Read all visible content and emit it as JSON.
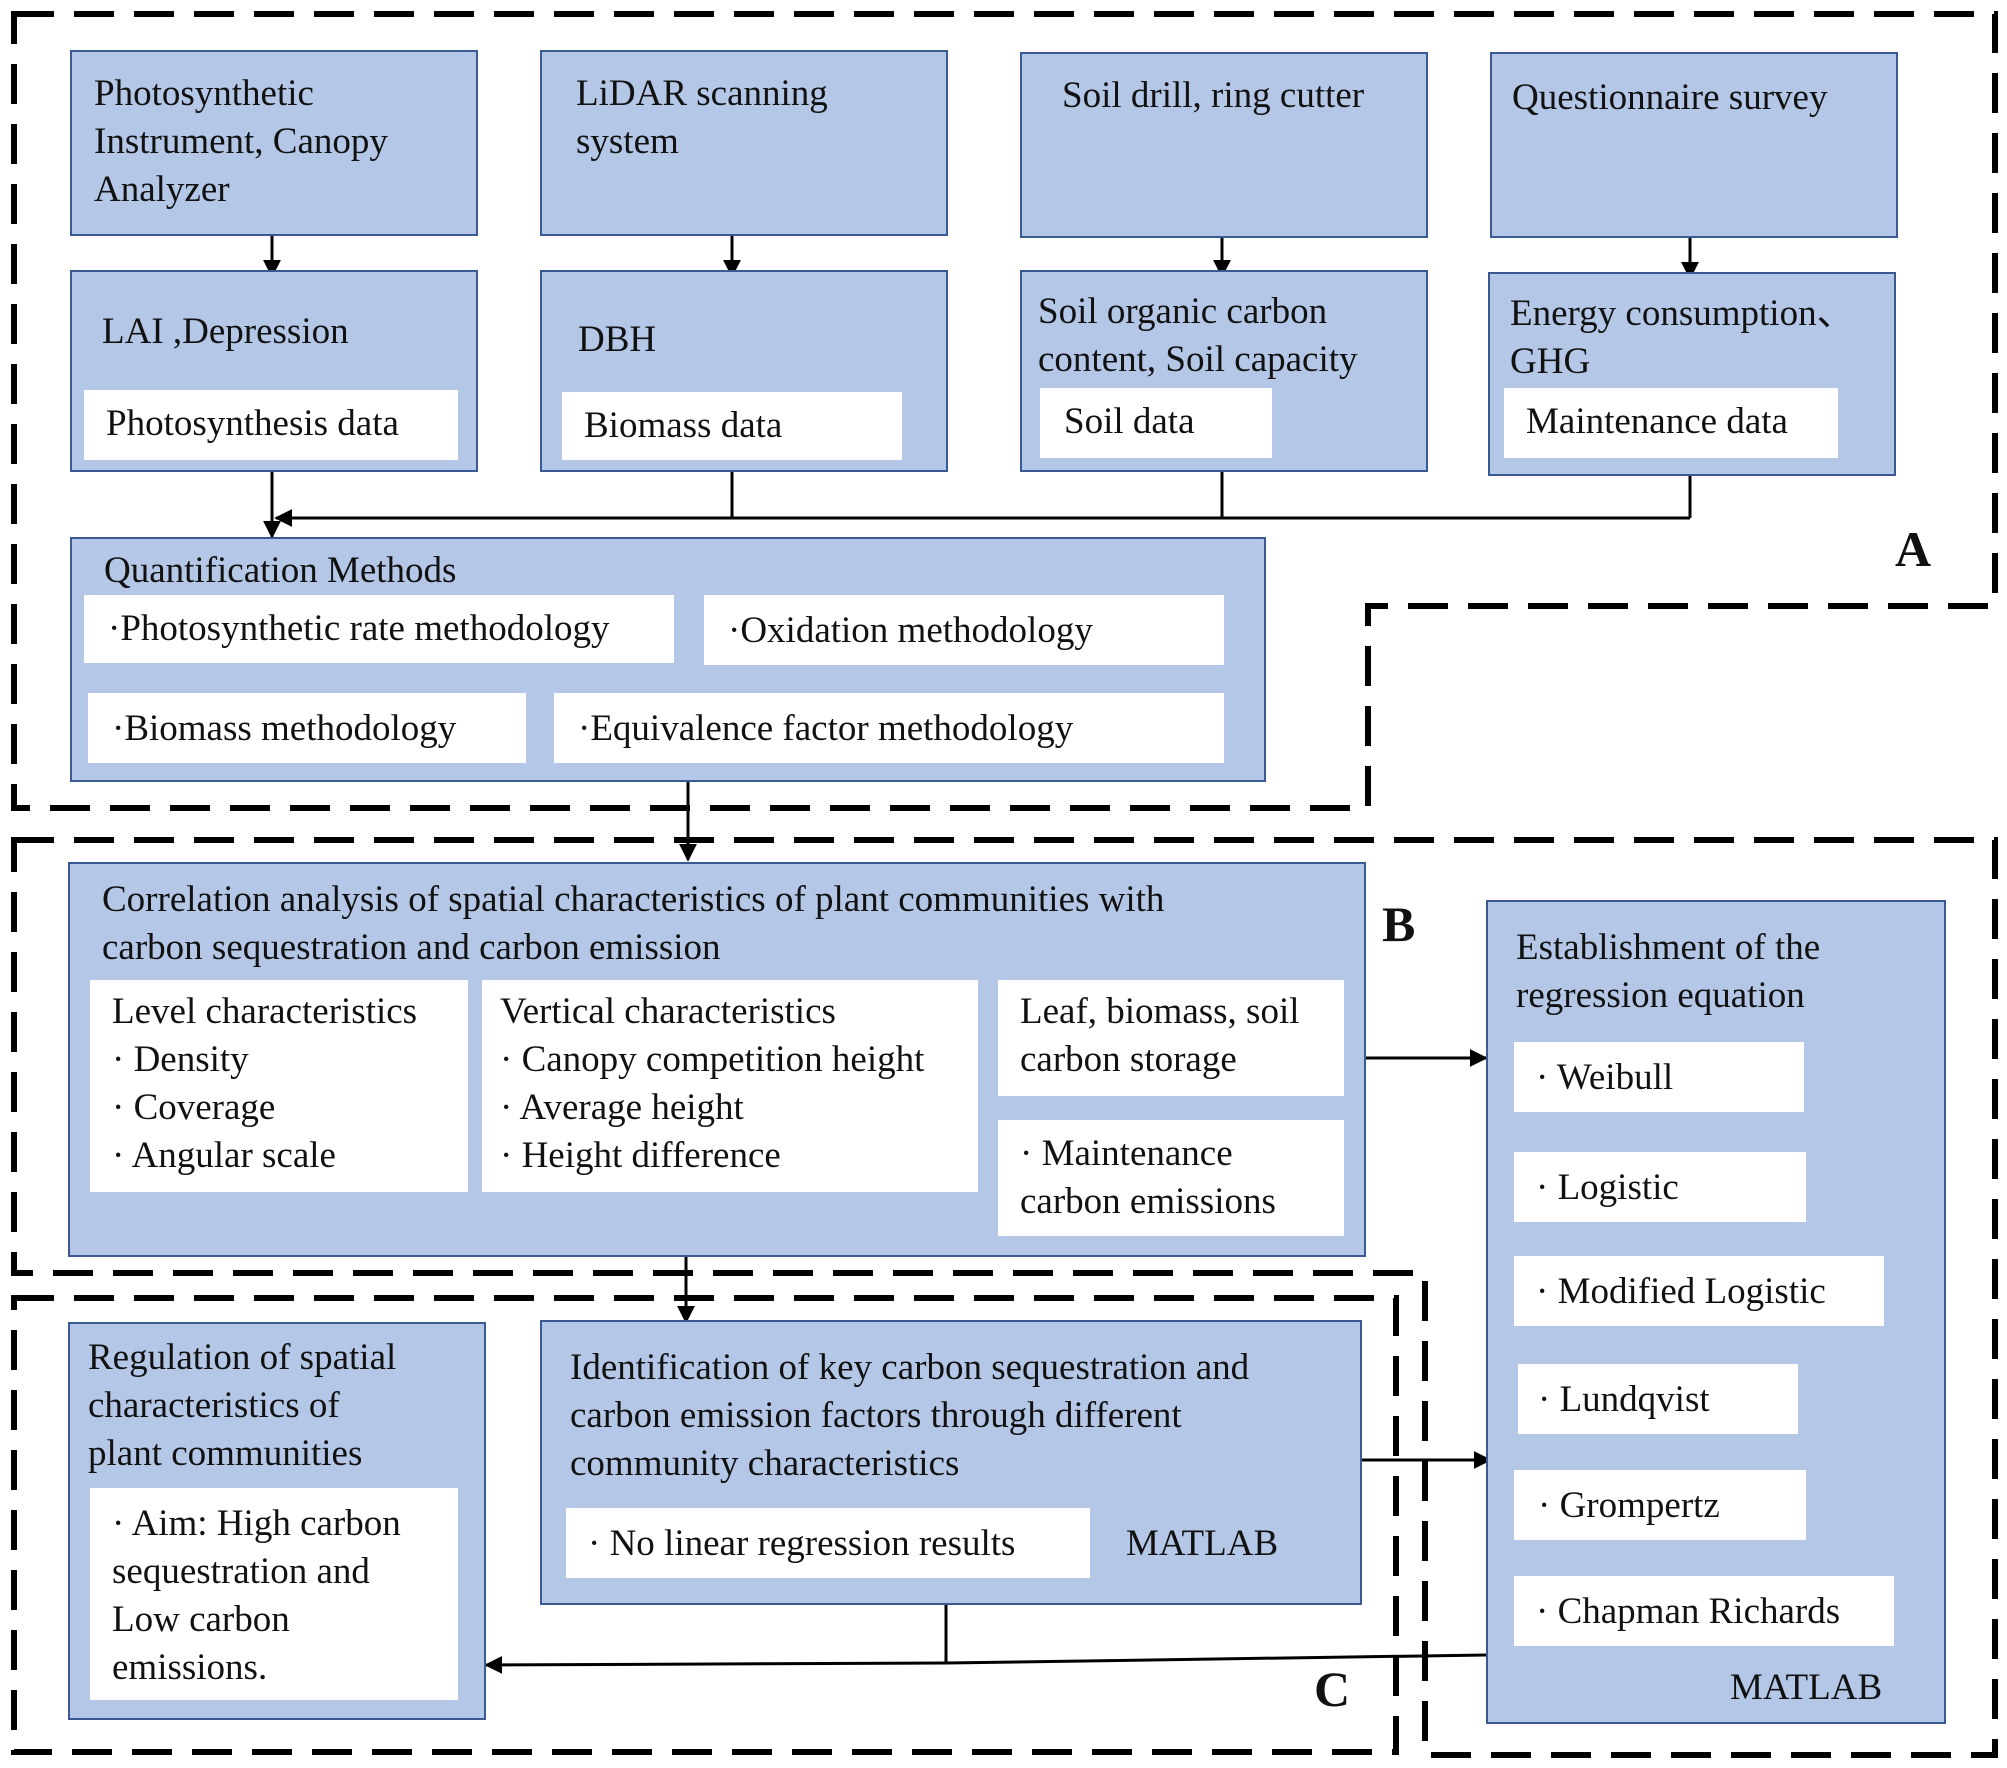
{
  "sections": {
    "a": {
      "label": "A",
      "instruments": [
        "Photosynthetic\nInstrument, Canopy\nAnalyzer",
        "LiDAR scanning\nsystem",
        "Soil drill, ring cutter",
        "Questionnaire survey"
      ],
      "measurements": [
        {
          "title": "LAI ,Depression",
          "data": "Photosynthesis data"
        },
        {
          "title": "DBH",
          "data": "Biomass data"
        },
        {
          "title": "Soil organic carbon\ncontent, Soil capacity",
          "data": "Soil data"
        },
        {
          "title": "Energy consumption、\nGHG",
          "data": "Maintenance data"
        }
      ],
      "quantification": {
        "title": "Quantification Methods",
        "methods": [
          "·Photosynthetic rate methodology",
          "·Oxidation methodology",
          "·Biomass methodology",
          "·Equivalence factor methodology"
        ]
      }
    },
    "b": {
      "label": "B",
      "correlation": {
        "title": "Correlation analysis of spatial characteristics of plant communities with\ncarbon sequestration and carbon emission",
        "level": "Level characteristics\n· Density\n· Coverage\n· Angular scale",
        "vertical": "Vertical characteristics\n· Canopy competition height\n· Average height\n· Height difference",
        "storage": "Leaf, biomass, soil\ncarbon storage",
        "emissions": "· Maintenance\ncarbon emissions"
      },
      "regression": {
        "title": "Establishment of the\nregression equation",
        "models": [
          "· Weibull",
          "· Logistic",
          "· Modified Logistic",
          "· Lundqvist",
          "· Grompertz",
          "· Chapman Richards"
        ],
        "tool": "MATLAB"
      }
    },
    "c": {
      "label": "C",
      "regulation": {
        "title": "Regulation of spatial\ncharacteristics of\nplant communities",
        "aim": "· Aim: High carbon\nsequestration and\nLow carbon\nemissions."
      },
      "identification": {
        "title": "Identification of key carbon sequestration and\ncarbon emission factors through different\ncommunity characteristics",
        "result": "· No linear regression results",
        "tool": "MATLAB"
      }
    }
  },
  "colors": {
    "box_fill": "#b4c7e7",
    "box_border": "#3b5a93",
    "line": "#000000"
  }
}
